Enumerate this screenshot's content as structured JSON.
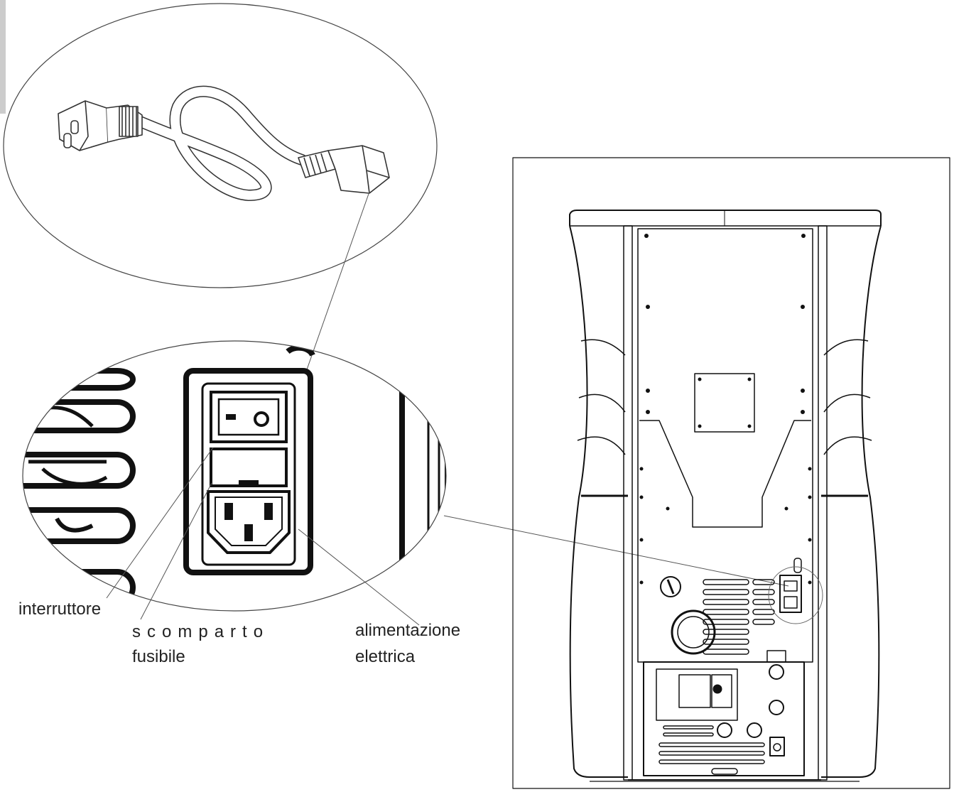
{
  "labels": {
    "switch": "interruttore",
    "fuse_line1": "scomparto",
    "fuse_line2": "fusibile",
    "power_line1": "alimentazione",
    "power_line2": "elettrica"
  },
  "colors": {
    "line": "#222222",
    "thin": "#555555",
    "accent_bar": "#cccccc"
  },
  "icons": [
    "power-cable-icon",
    "schuko-plug-icon",
    "iec-connector-icon",
    "rocker-switch-icon"
  ]
}
